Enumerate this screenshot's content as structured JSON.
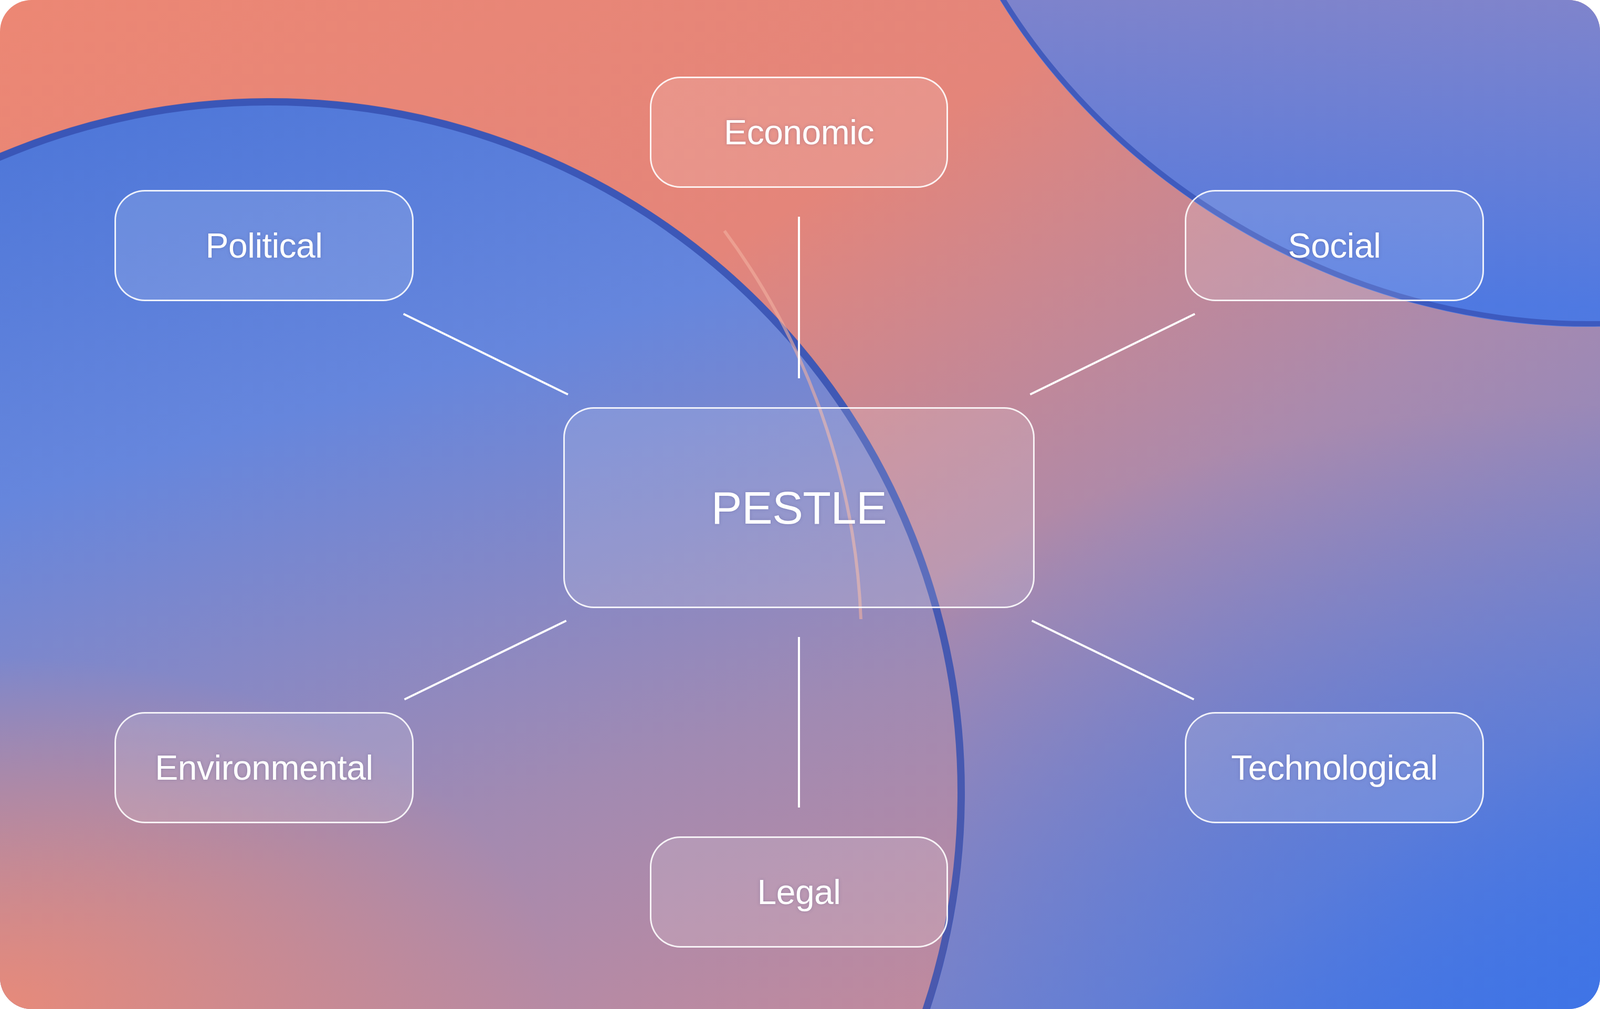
{
  "diagram": {
    "nodes": [
      {
        "text": [
          "Economic"
        ]
      },
      {
        "text": [
          "Political"
        ]
      },
      {
        "text": [
          "Social"
        ]
      },
      {
        "text": [
          "PESTLE"
        ]
      },
      {
        "text": [
          "Environmental"
        ]
      },
      {
        "text": [
          "Technological"
        ]
      },
      {
        "text": [
          "Legal"
        ]
      }
    ],
    "edges": [
      {
        "from": 3,
        "to": 0,
        "arrow": "none"
      },
      {
        "from": 3,
        "to": 1,
        "arrow": "none"
      },
      {
        "from": 3,
        "to": 2,
        "arrow": "none"
      },
      {
        "from": 3,
        "to": 4,
        "arrow": "none"
      },
      {
        "from": 3,
        "to": 5,
        "arrow": "none"
      },
      {
        "from": 3,
        "to": 6,
        "arrow": "none"
      }
    ]
  }
}
